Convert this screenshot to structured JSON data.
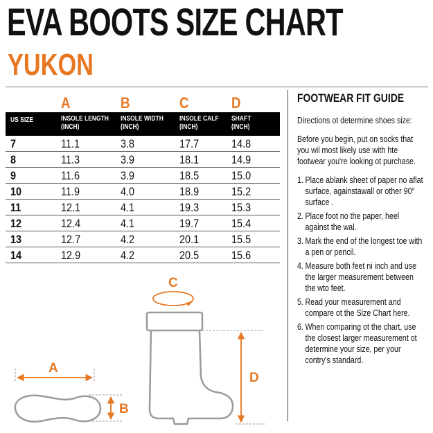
{
  "header": {
    "title": "EVA BOOTS SIZE CHART",
    "subtitle": "YUKON"
  },
  "table": {
    "column_letters": [
      "A",
      "B",
      "C",
      "D"
    ],
    "headers": [
      [
        "US SIZE",
        ""
      ],
      [
        "INSOLE LENGTH",
        "(INCH)"
      ],
      [
        "INSOLE WIDTH",
        "(INCH)"
      ],
      [
        "INSOLE CALF",
        "(INCH)"
      ],
      [
        "SHAFT",
        "(INCH)"
      ]
    ],
    "rows": [
      [
        "7",
        "11.1",
        "3.8",
        "17.7",
        "14.8"
      ],
      [
        "8",
        "11.3",
        "3.9",
        "18.1",
        "14.9"
      ],
      [
        "9",
        "11.6",
        "3.9",
        "18.5",
        "15.0"
      ],
      [
        "10",
        "11.9",
        "4.0",
        "18.9",
        "15.2"
      ],
      [
        "11",
        "12.1",
        "4.1",
        "19.3",
        "15.3"
      ],
      [
        "12",
        "12.4",
        "4.1",
        "19.7",
        "15.4"
      ],
      [
        "13",
        "12.7",
        "4.2",
        "20.1",
        "15.5"
      ],
      [
        "14",
        "12.9",
        "4.2",
        "20.5",
        "15.6"
      ]
    ]
  },
  "guide": {
    "title": "FOOTWEAR FIT GUIDE",
    "intro": "Directions ot determine shoes size:",
    "before": "Before you begin, put on socks that you wil most likely use with hte footwear you're looking ot purchase.",
    "steps": [
      {
        "num": "1.",
        "text": "Place ablank sheet of paper no aflat surface, againstawall or other 90° surface ."
      },
      {
        "num": "2.",
        "text": "Place foot no the paper, heel against the wal."
      },
      {
        "num": "3.",
        "text": "Mark the end of the longest toe with a pen or pencil."
      },
      {
        "num": "4.",
        "text": "Measure both feet ni inch and use the larger measurement between the wto feet."
      },
      {
        "num": "5.",
        "text": "Read your measurement and compare ot the Size Chart here."
      },
      {
        "num": "6.",
        "text": "When comparing ot the chart, use the closest larger measurement ot determine your size, per your contry's standard."
      }
    ]
  },
  "diagram": {
    "labels": {
      "a": "A",
      "b": "B",
      "c": "C",
      "d": "D"
    },
    "colors": {
      "accent": "#e87722",
      "outline": "#9a9a9a"
    }
  }
}
